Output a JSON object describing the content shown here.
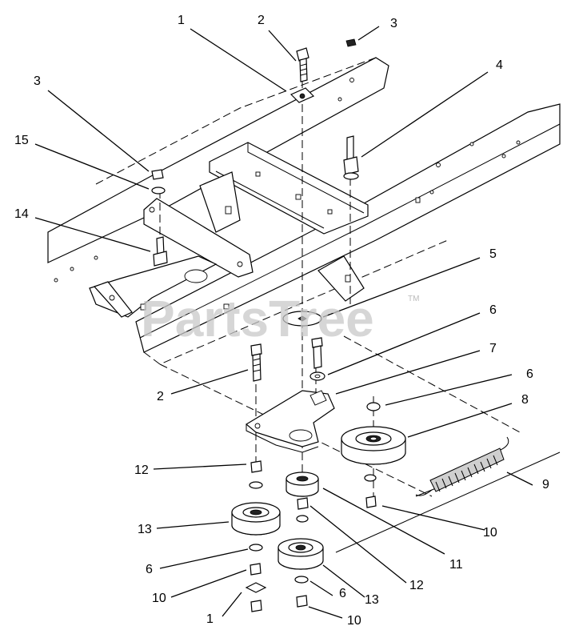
{
  "watermark": {
    "text": "PartsTree",
    "mark": "TM"
  },
  "callouts": [
    "1",
    "2",
    "3",
    "4",
    "3",
    "15",
    "14",
    "5",
    "6",
    "7",
    "6",
    "8",
    "2",
    "12",
    "9",
    "13",
    "11",
    "10",
    "6",
    "12",
    "10",
    "6",
    "13",
    "1",
    "10"
  ]
}
